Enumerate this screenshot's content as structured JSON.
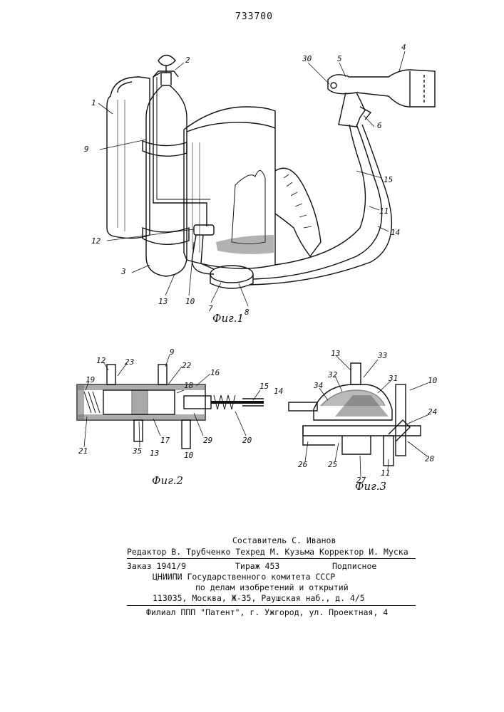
{
  "patent_number": "733700",
  "figures": {
    "fig1": {
      "caption": "Фиг.1",
      "labels": [
        "1",
        "2",
        "3",
        "4",
        "5",
        "6",
        "7",
        "8",
        "9",
        "10",
        "11",
        "12",
        "13",
        "14",
        "15",
        "30"
      ]
    },
    "fig2": {
      "caption": "Фиг.2",
      "labels": [
        "12",
        "23",
        "9",
        "22",
        "16",
        "19",
        "18",
        "15",
        "21",
        "35",
        "17",
        "29",
        "20",
        "13",
        "10"
      ]
    },
    "fig3": {
      "caption": "Фиг.3",
      "labels": [
        "13",
        "33",
        "32",
        "31",
        "34",
        "14",
        "10",
        "24",
        "26",
        "25",
        "27",
        "28",
        "11"
      ]
    }
  },
  "imprint": {
    "compiler": "Составитель С. Иванов",
    "editors": "Редактор В. Трубченко Техред М. Кузьма   Корректор И. Муска",
    "order": "Заказ 1941/9",
    "circulation": "Тираж 453",
    "subscription": "Подписное",
    "institute": "ЦНИИПИ Государственного комитета СССР",
    "department": "по делам изобретений и открытий",
    "address": "113035, Москва, Ж-35, Раушская наб., д. 4/5",
    "branch": "Филиал ППП \"Патент\", г. Ужгород, ул. Проектная, 4"
  }
}
